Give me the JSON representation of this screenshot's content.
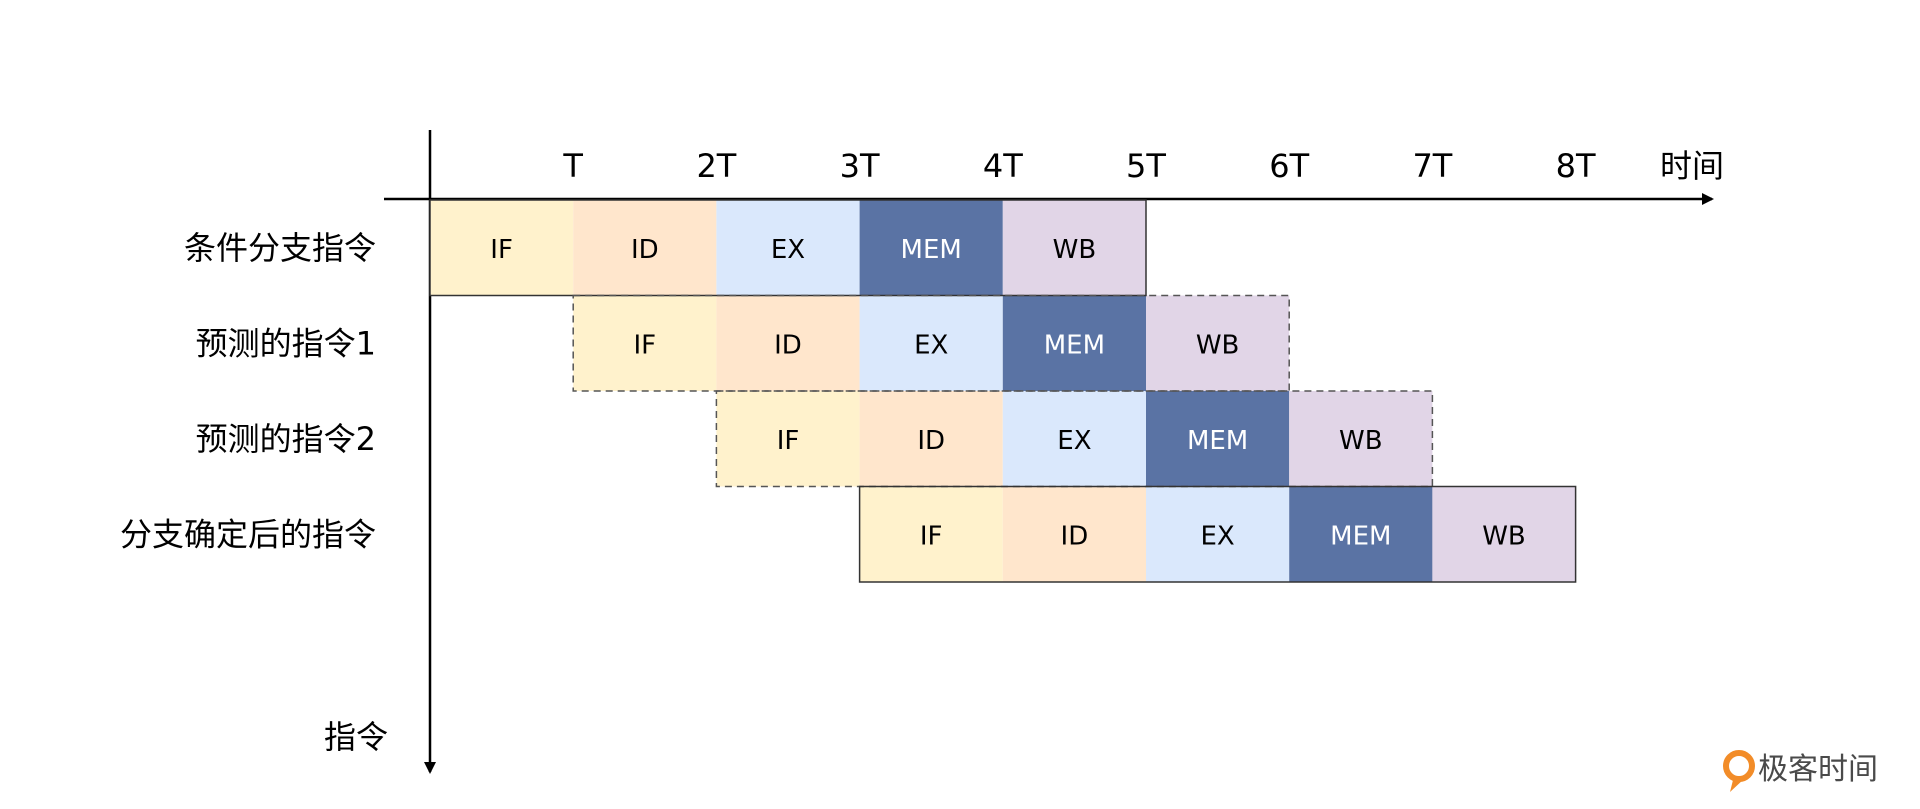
{
  "time_axis": {
    "ticks": [
      "T",
      "2T",
      "3T",
      "4T",
      "5T",
      "6T",
      "7T",
      "8T"
    ],
    "label": "时间"
  },
  "instruction_axis": {
    "label": "指令"
  },
  "stages": [
    "IF",
    "ID",
    "EX",
    "MEM",
    "WB"
  ],
  "stage_colors": {
    "IF": "#FFF2CC",
    "ID": "#FFE6CC",
    "EX": "#DAE8FC",
    "MEM": "#5A73A4",
    "WB": "#E1D5E7"
  },
  "stage_text_colors": {
    "IF": "#000000",
    "ID": "#000000",
    "EX": "#000000",
    "MEM": "#FFFFFF",
    "WB": "#000000"
  },
  "rows": [
    {
      "label": "条件分支指令",
      "start": 0,
      "border": "solid"
    },
    {
      "label": "预测的指令1",
      "start": 1,
      "border": "dashed"
    },
    {
      "label": "预测的指令2",
      "start": 2,
      "border": "dashed"
    },
    {
      "label": "分支确定后的指令",
      "start": 3,
      "border": "solid"
    }
  ],
  "watermark": {
    "text": "极客时间"
  }
}
